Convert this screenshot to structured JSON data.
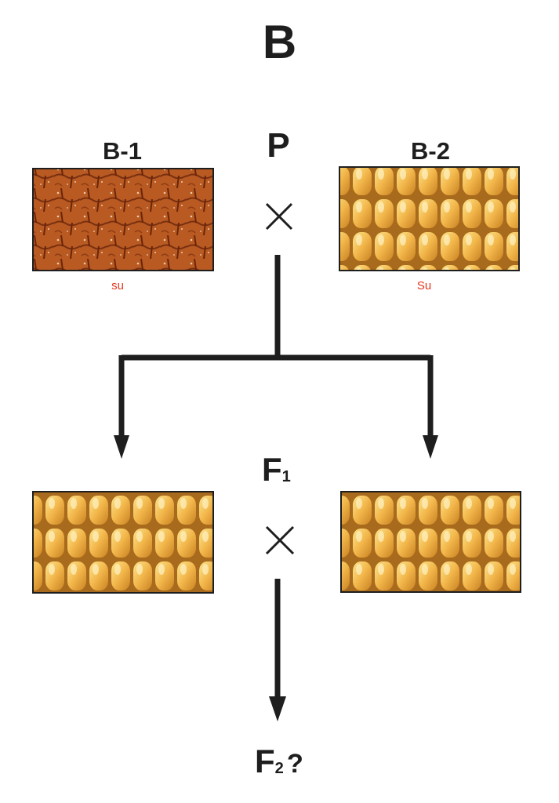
{
  "panel_title": "B",
  "parental_generation_label": "P",
  "parents": [
    {
      "name": "B-1",
      "genotype": "su",
      "kernel_type": "wrinkled-sugary"
    },
    {
      "name": "B-2",
      "genotype": "Su",
      "kernel_type": "smooth-starchy"
    }
  ],
  "f1": {
    "base": "F",
    "sub": "1",
    "kernel_type": "smooth-starchy"
  },
  "f2": {
    "base": "F",
    "sub": "2",
    "suffix": "?"
  },
  "cross_symbol": "×",
  "colors": {
    "genotype_text": "#e2371f",
    "wrinkled_kernel": "#b85a22",
    "smooth_kernel": "#f2b64a",
    "line": "#1e1e1e"
  }
}
